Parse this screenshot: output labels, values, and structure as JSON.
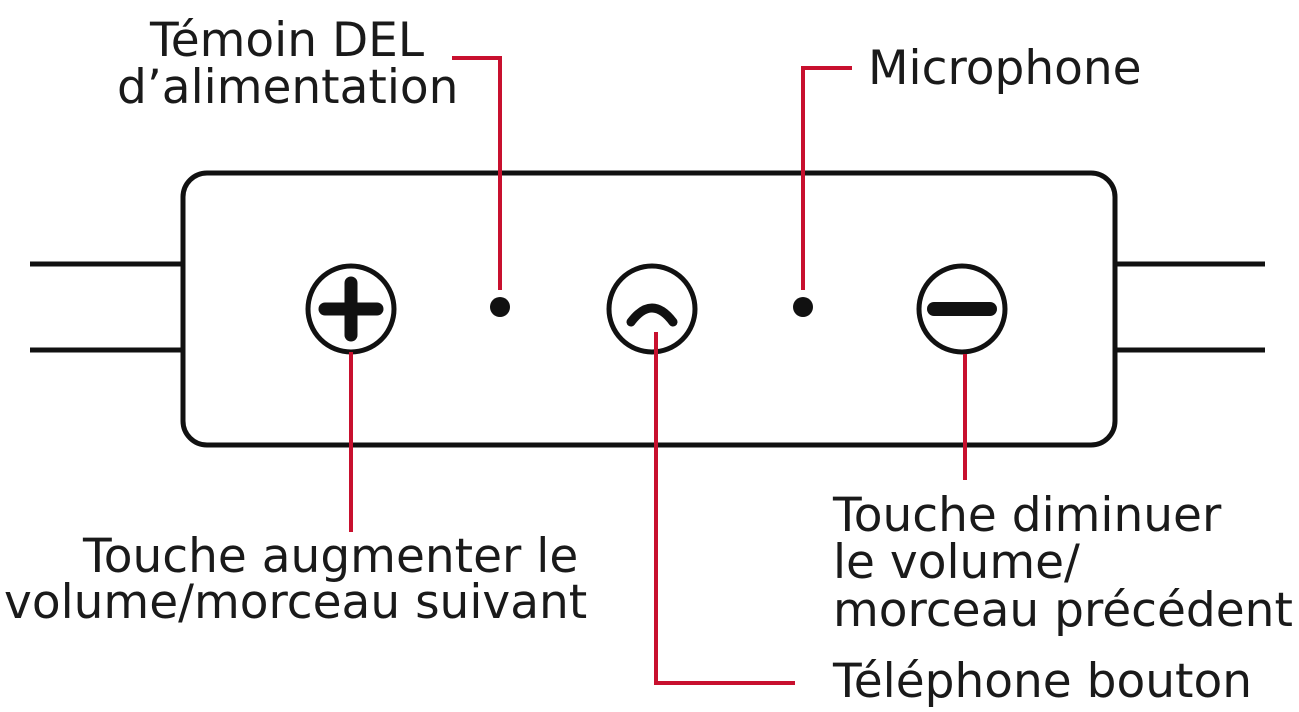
{
  "labels": {
    "led_line1": "Témoin DEL",
    "led_line2": "d’alimentation",
    "microphone": "Microphone",
    "volume_up_line1": "Touche augmenter le",
    "volume_up_line2": "volume/morceau suivant",
    "volume_down_line1": "Touche diminuer",
    "volume_down_line2": "le volume/",
    "volume_down_line3": "morceau précédent",
    "phone_button": "Téléphone bouton"
  },
  "buttons": {
    "volume_up_icon": "plus-icon",
    "phone_icon": "handset-icon",
    "volume_down_icon": "minus-icon"
  },
  "colors": {
    "leader_line": "#c8102e",
    "outline": "#111111",
    "text": "#1a1a1a"
  }
}
